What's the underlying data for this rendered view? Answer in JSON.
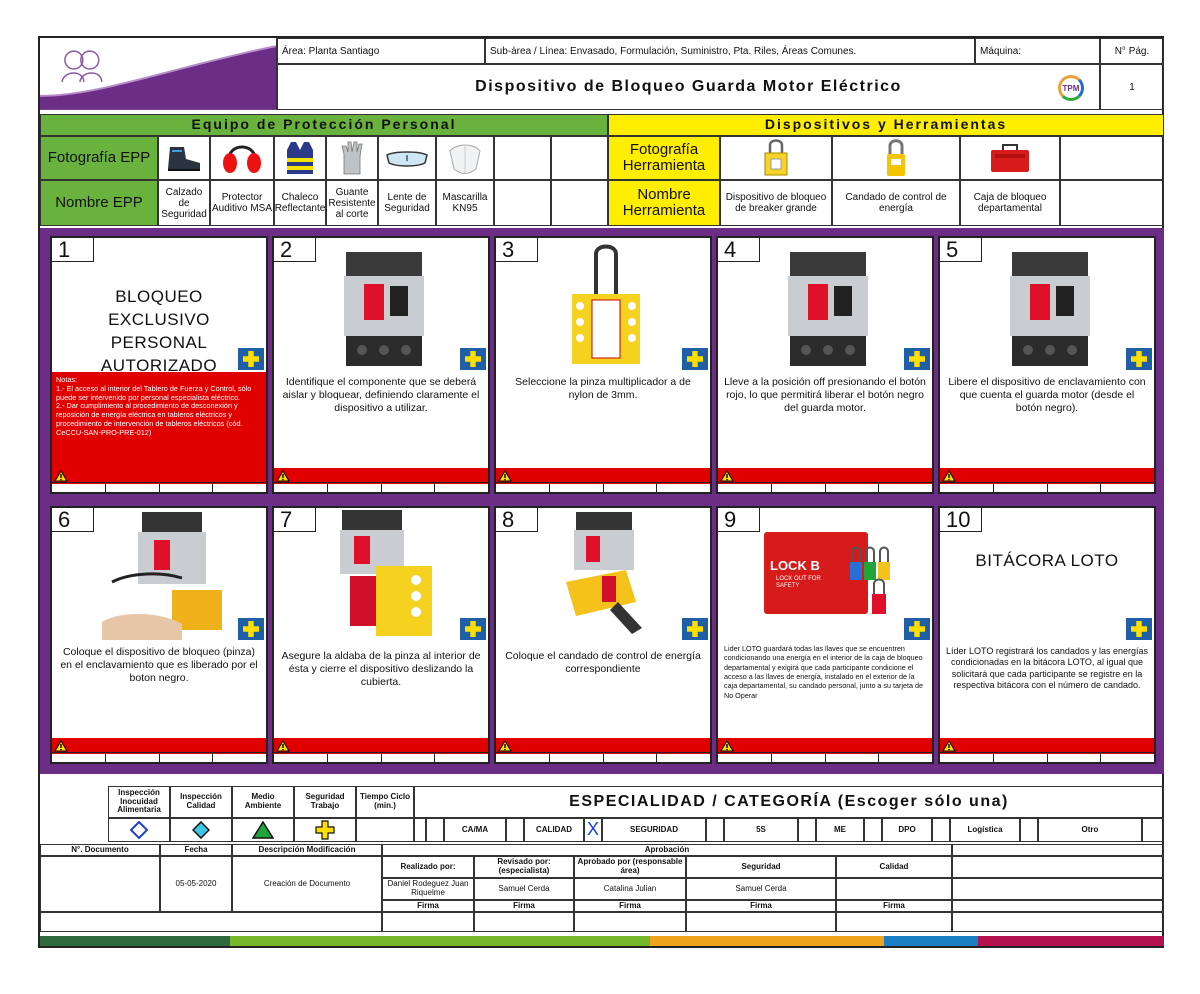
{
  "header": {
    "area": "Área: Planta Santiago",
    "subarea": "Sub-área / Línea: Envasado, Formulación, Suministro, Pta. Riles, Áreas Comunes.",
    "machine": "Máquina:",
    "page_label": "N° Pág.",
    "page_number": "1",
    "title": "Dispositivo de Bloqueo Guarda Motor Eléctrico",
    "tpm_logo": "TPM"
  },
  "epp": {
    "title": "Equipo de Protección Personal",
    "photo_label": "Fotografía EPP",
    "name_label": "Nombre EPP",
    "items": [
      "Calzado de Seguridad",
      "Protector Auditivo MSA",
      "Chaleco Reflectante",
      "Guante Resistente al corte",
      "Lente de Seguridad",
      "Mascarilla KN95"
    ]
  },
  "tools": {
    "title": "Dispositivos y Herramientas",
    "photo_label": "Fotografía Herramienta",
    "name_label": "Nombre Herramienta",
    "items": [
      "Dispositivo de bloqueo de breaker grande",
      "Candado de control de energía",
      "Caja de bloqueo departamental"
    ]
  },
  "steps": [
    {
      "n": "1",
      "big": "BLOQUEO EXCLUSIVO PERSONAL AUTORIZADO",
      "notes": "Notas:\n1.- El acceso al interior del Tablero de Fuerza y Control, sólo puede ser intervenido por personal especialista eléctrico.\n2.- Dar cumplimiento al procedimiento de desconexión y reposición de energía eléctrica en tableros eléctricos y procedimiento de intervención de tableros eléctricos (cód. CeCCU-SAN-PRO-PRE-012)"
    },
    {
      "n": "2",
      "desc": "Identifique el componente que se deberá aislar y bloquear, definiendo claramente el dispositivo a utilizar."
    },
    {
      "n": "3",
      "desc": "Seleccione la pinza multiplicador a de nylon de 3mm."
    },
    {
      "n": "4",
      "desc": "Lleve a la posición off presionando el botón rojo, lo que permitirá liberar el botón negro del guarda motor."
    },
    {
      "n": "5",
      "desc": "Libere el dispositivo de enclavamiento con que cuenta el guarda motor (desde el botón negro)."
    },
    {
      "n": "6",
      "desc": "Coloque el dispositivo de bloqueo (pinza) en el enclavamiento que es liberado por el boton negro."
    },
    {
      "n": "7",
      "desc": "Asegure la aldaba de la pinza al interior de ésta y cierre el dispositivo deslizando la cubierta."
    },
    {
      "n": "8",
      "desc": "Coloque el candado de control de energía correspondiente"
    },
    {
      "n": "9",
      "desc": "Lider LOTO guardará todas las llaves que se encuentren condicionando una energía en el interior de la caja de bloqueo departamental y exigirá que cada participante condicione el acceso a las llaves de energía, instalado en el exterior de la caja departamental, su candado personal, junto a su tarjeta de No Operar",
      "lockbox": "LOCK B",
      "lockbox2": "LOCK OUT FOR SAFETY"
    },
    {
      "n": "10",
      "big": "BITÁCORA LOTO",
      "desc": "Líder LOTO registrará los candados y las energías condicionadas en la bitácora LOTO, al igual que solicitará que cada participante se registre en la respectiva bitácora con el número de candado."
    }
  ],
  "legend": {
    "labels": [
      "Inspección Inocuidad Alimentaria",
      "Inspección Calidad",
      "Medio Ambiente",
      "Seguridad Trabajo",
      "Tiempo Ciclo (min.)"
    ],
    "colors": {
      "blue": "#1f3fd0",
      "cyan": "#3ec8e8",
      "green": "#1ea63a",
      "yellow": "#ffde00"
    }
  },
  "specialty": {
    "title": "ESPECIALIDAD / CATEGORÍA (Escoger sólo una)",
    "options": [
      "CA/MA",
      "CALIDAD",
      "SEGURIDAD",
      "5S",
      "ME",
      "DPO",
      "Logística",
      "Otro"
    ],
    "mark": "X"
  },
  "doc": {
    "headers": [
      "N°. Documento",
      "Fecha",
      "Descripción Modificación"
    ],
    "date": "05-05-2020",
    "desc": "Creación de Documento",
    "approval_title": "Aprobación",
    "realizado": "Realizado por:",
    "revisado": "Revisado por: (especialista)",
    "aprobado": "Aprobado por (responsable área)",
    "seguridad": "Seguridad",
    "calidad": "Calidad",
    "names": [
      "Daniel Rodeguez Juan Riquelme",
      "Samuel Cerda",
      "Catalina Julian",
      "Samuel Cerda"
    ],
    "firma": "Firma"
  },
  "colors": {
    "purple": "#6b2d86",
    "green": "#6ab23e",
    "yellow": "#ffee00",
    "red": "#e00000"
  }
}
